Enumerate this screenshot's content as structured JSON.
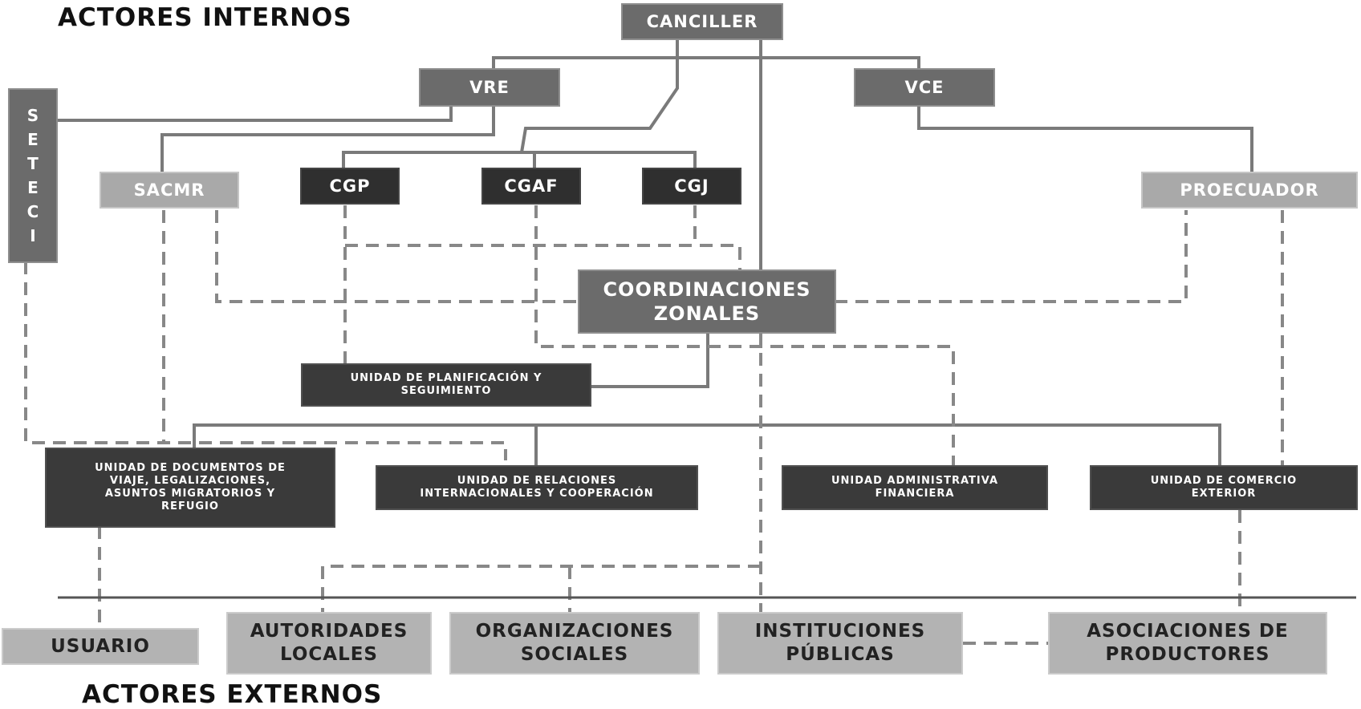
{
  "internal_title": "ACTORES INTERNOS",
  "external_title": "ACTORES EXTERNOS",
  "nodes": {
    "canciller": "CANCILLER",
    "vre": "VRE",
    "vce": "VCE",
    "seteci": [
      "S",
      "E",
      "T",
      "E",
      "C",
      "I"
    ],
    "sacmr": "SACMR",
    "cgp": "CGP",
    "cgaf": "CGAF",
    "cgj": "CGJ",
    "proecuador": "PROECUADOR",
    "coordinaciones": [
      "COORDINACIONES",
      "ZONALES"
    ],
    "planificacion": [
      "UNIDAD DE  PLANIFICACIÓN Y",
      "SEGUIMIENTO"
    ],
    "documentos": [
      "UNIDAD DE DOCUMENTOS DE",
      "VIAJE, LEGALIZACIONES,",
      "ASUNTOS MIGRATORIOS Y",
      "REFUGIO"
    ],
    "relaciones": [
      "UNIDAD DE RELACIONES",
      "INTERNACIONALES Y COOPERACIÓN"
    ],
    "administrativa": [
      "UNIDAD ADMINISTRATIVA",
      "FINANCIERA"
    ],
    "comercio": [
      "UNIDAD DE COMERCIO",
      "EXTERIOR"
    ],
    "usuario": "USUARIO",
    "autoridades": [
      "AUTORIDADES",
      "LOCALES"
    ],
    "organizaciones": [
      "ORGANIZACIONES",
      "SOCIALES"
    ],
    "instituciones": [
      "INSTITUCIONES",
      "PÚBLICAS"
    ],
    "asociaciones": [
      "ASOCIACIONES DE",
      "PRODUCTORES"
    ]
  },
  "colors": {
    "mid_gray": "#6b6b6b",
    "dark_gray": "#2f2f2f",
    "light_gray": "#a9a9a9",
    "external_gray": "#b3b3b3",
    "connector": "#7a7a7a"
  }
}
